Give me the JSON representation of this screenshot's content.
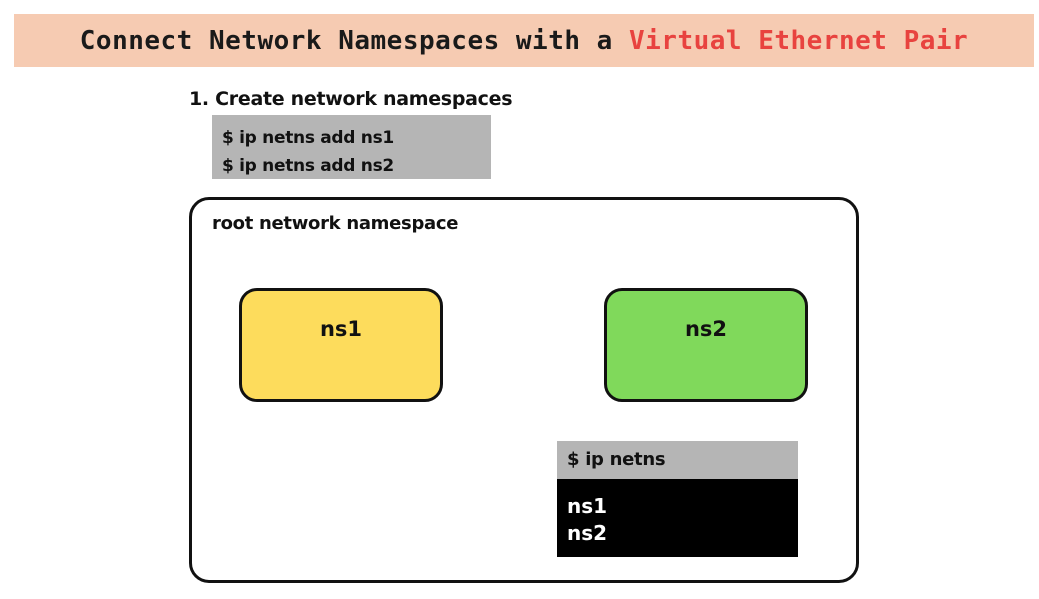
{
  "title": {
    "prefix": "Connect Network Namespaces with a ",
    "accent": "Virtual Ethernet Pair",
    "accent_color": "#e8433f",
    "background": "#f6cbb2"
  },
  "step1": {
    "heading": "1. Create network namespaces",
    "commands": [
      "$ ip netns add ns1",
      "$ ip netns add ns2"
    ]
  },
  "diagram": {
    "root_label": "root network namespace",
    "ns1": {
      "label": "ns1",
      "color": "#fddc5c"
    },
    "ns2": {
      "label": "ns2",
      "color": "#80d95b"
    }
  },
  "terminal": {
    "command": "$ ip netns",
    "output": [
      "ns1",
      "ns2"
    ]
  }
}
